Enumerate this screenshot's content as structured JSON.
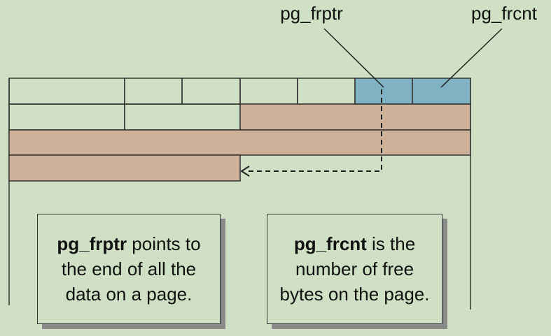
{
  "labels": {
    "frptr": "pg_frptr",
    "frcnt": "pg_frcnt"
  },
  "notes": {
    "frptr": {
      "term": "pg_frptr",
      "text": " points to the end of all the data on a page."
    },
    "frcnt": {
      "term": "pg_frcnt",
      "text": " is the number of free bytes on the page."
    }
  },
  "colors": {
    "background": "#cfe0c4",
    "header_fields": "#7fb3c3",
    "data_area": "#cdb199",
    "lines": "#333333"
  }
}
